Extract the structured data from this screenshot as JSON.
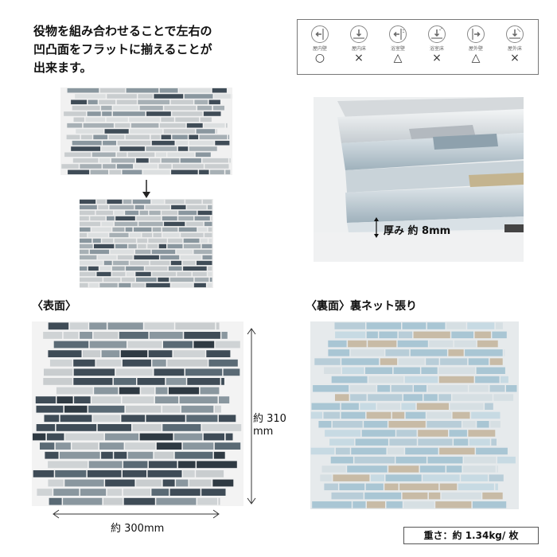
{
  "intro_lines": [
    "役物を組み合わせることで左右の",
    "凹凸面をフラットに揃えることが",
    "出来ます。"
  ],
  "usage": {
    "items": [
      {
        "label": "屋内壁",
        "mark": "○",
        "icon": "indoor-wall-icon"
      },
      {
        "label": "屋内床",
        "mark": "×",
        "icon": "indoor-floor-icon"
      },
      {
        "label": "浴室壁",
        "mark": "△",
        "icon": "bathroom-wall-icon"
      },
      {
        "label": "浴室床",
        "mark": "×",
        "icon": "bathroom-floor-icon"
      },
      {
        "label": "屋外壁",
        "mark": "△",
        "icon": "outdoor-wall-icon"
      },
      {
        "label": "屋外床",
        "mark": "×",
        "icon": "outdoor-floor-icon"
      }
    ]
  },
  "thickness_label": "厚み 約 8mm",
  "front_caption": "〈表面〉",
  "back_caption": "〈裏面〉裏ネット張り",
  "height_label_line1": "約 310",
  "height_label_line2": "mm",
  "width_label": "約 300mm",
  "weight_label": "重さ：約 1.34kg/ 枚",
  "colors": {
    "tile_light": "#c9cdcf",
    "tile_dark": "#3f4c57",
    "tile_mid": "#8a979f",
    "tile_blue": "#a9c6d4",
    "tile_beige": "#c8bba6"
  }
}
